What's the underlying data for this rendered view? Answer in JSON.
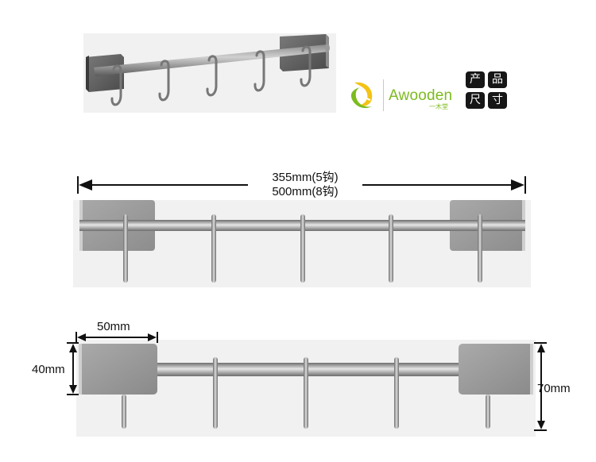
{
  "brand": {
    "logo_icon": "awooden-swirl-logo",
    "name": "Awooden",
    "subname": "一木堂",
    "accent_color": "#7dbb1e"
  },
  "badges": [
    "产",
    "品",
    "尺",
    "寸"
  ],
  "dimensions": {
    "length_5_hooks": "355mm(5钩)",
    "length_8_hooks": "500mm(8钩)",
    "plate_width": "50mm",
    "plate_height": "40mm",
    "overall_height": "70mm"
  }
}
